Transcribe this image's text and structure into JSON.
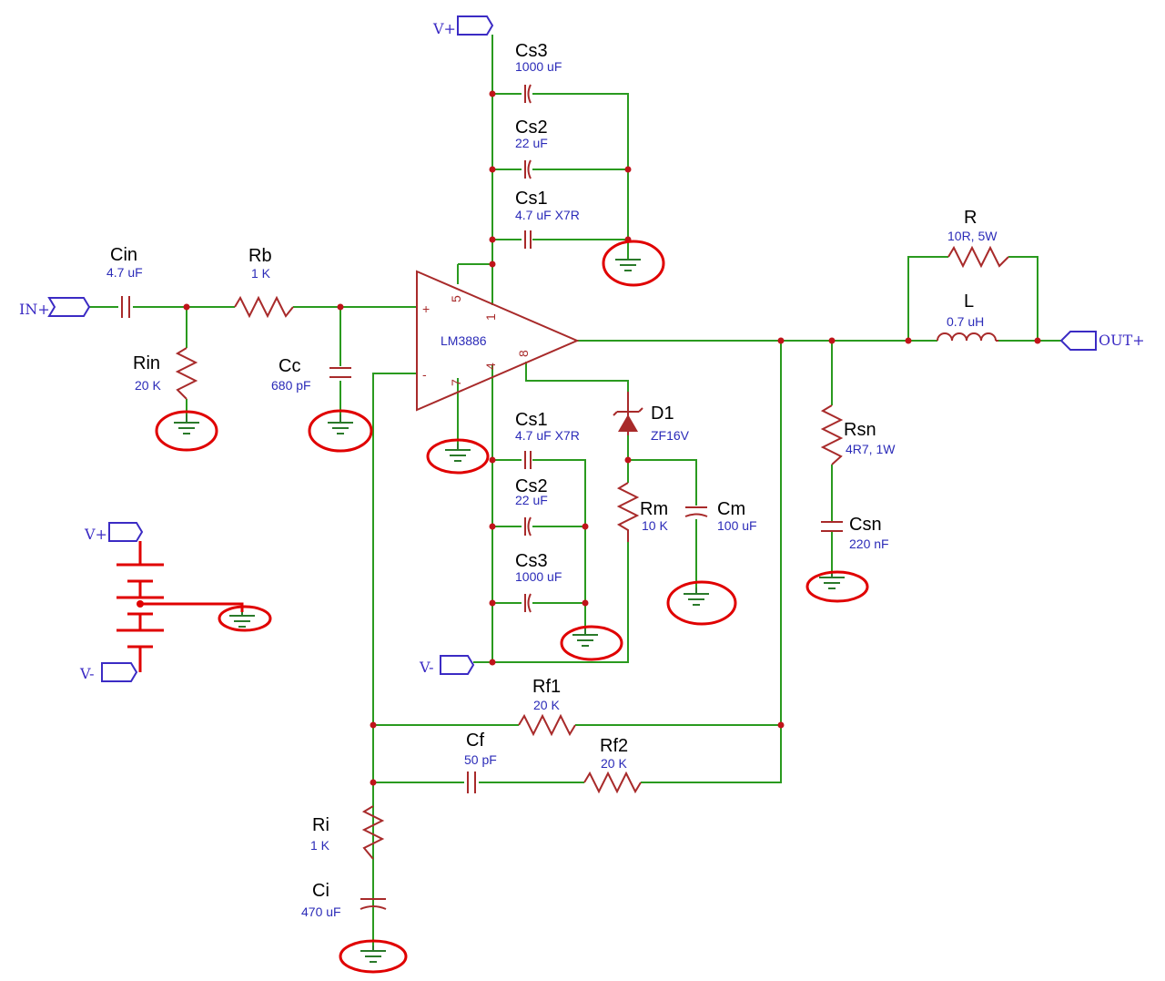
{
  "ports": {
    "vplus_top": "V+",
    "in": "IN+",
    "out": "OUT+",
    "vminus_mid": "V-",
    "vplus_supply": "V+",
    "vminus_supply": "V-"
  },
  "chip": {
    "name": "LM3886",
    "pin_plus": "+",
    "pin_minus": "-",
    "pin5": "5",
    "pin1": "1",
    "pin8": "8",
    "pin7": "7",
    "pin4": "4"
  },
  "components": {
    "cs3_top": {
      "ref": "Cs3",
      "value": "1000 uF"
    },
    "cs2_top": {
      "ref": "Cs2",
      "value": "22 uF"
    },
    "cs1_top": {
      "ref": "Cs1",
      "value": "4.7 uF X7R"
    },
    "cin": {
      "ref": "Cin",
      "value": "4.7 uF"
    },
    "rb": {
      "ref": "Rb",
      "value": "1 K"
    },
    "rin": {
      "ref": "Rin",
      "value": "20 K"
    },
    "cc": {
      "ref": "Cc",
      "value": "680 pF"
    },
    "cs1_bot": {
      "ref": "Cs1",
      "value": "4.7 uF X7R"
    },
    "cs2_bot": {
      "ref": "Cs2",
      "value": "22 uF"
    },
    "cs3_bot": {
      "ref": "Cs3",
      "value": "1000 uF"
    },
    "d1": {
      "ref": "D1",
      "value": "ZF16V"
    },
    "rm": {
      "ref": "Rm",
      "value": "10 K"
    },
    "cm": {
      "ref": "Cm",
      "value": "100 uF"
    },
    "r": {
      "ref": "R",
      "value": "10R, 5W"
    },
    "l": {
      "ref": "L",
      "value": "0.7 uH"
    },
    "rsn": {
      "ref": "Rsn",
      "value": "4R7, 1W"
    },
    "csn": {
      "ref": "Csn",
      "value": "220 nF"
    },
    "rf1": {
      "ref": "Rf1",
      "value": "20 K"
    },
    "cf": {
      "ref": "Cf",
      "value": "50 pF"
    },
    "rf2": {
      "ref": "Rf2",
      "value": "20 K"
    },
    "ri": {
      "ref": "Ri",
      "value": "1 K"
    },
    "ci": {
      "ref": "Ci",
      "value": "470 uF"
    }
  },
  "colors": {
    "wire": "#2a9a1f",
    "component": "#a82a2a",
    "annotation_ring": "#e00000",
    "port": "#3b2bc4"
  }
}
